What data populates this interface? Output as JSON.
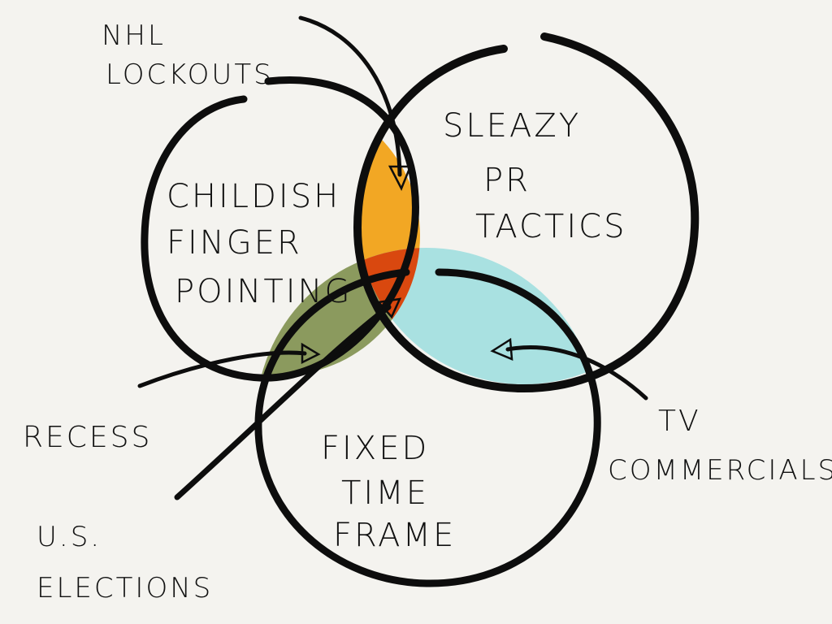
{
  "colors": {
    "background": "#f4f3ef",
    "ink": "#0d0d0d",
    "left_right_overlap": "#f2a724",
    "all_three_overlap": "#d9480f",
    "left_bottom_overlap": "#8b9a5e",
    "right_bottom_overlap": "#a9e1e1"
  },
  "sets": {
    "left": [
      "CHILDISH",
      "FINGER",
      "POINTING"
    ],
    "right": [
      "SLEAZY",
      "PR",
      "TACTICS"
    ],
    "bottom": [
      "FIXED",
      "TIME",
      "FRAME"
    ]
  },
  "annotations": {
    "nhl": [
      "NHL",
      "LOCKOUTS"
    ],
    "recess": [
      "RECESS"
    ],
    "tv": [
      "TV",
      "COMMERCIALS"
    ],
    "elections": [
      "U.S.",
      "ELECTIONS"
    ]
  }
}
